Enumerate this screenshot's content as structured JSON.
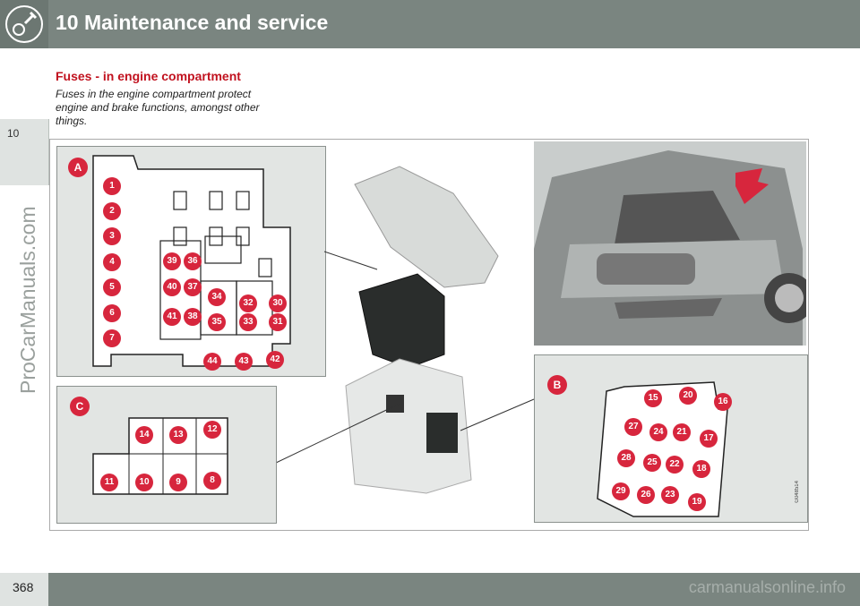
{
  "header": {
    "title": "10 Maintenance and service",
    "icon": "wrench-gear-icon"
  },
  "sidebar": {
    "chapter": "10",
    "watermark": "ProCarManuals.com"
  },
  "section": {
    "title": "Fuses - in engine compartment",
    "text": "Fuses in the engine compartment protect engine and brake functions, amongst other things."
  },
  "figure": {
    "code": "G048514",
    "panel_labels": [
      "A",
      "B",
      "C"
    ],
    "panel_a_fuses": [
      "1",
      "2",
      "3",
      "4",
      "5",
      "6",
      "7",
      "39",
      "36",
      "40",
      "37",
      "41",
      "38",
      "34",
      "32",
      "30",
      "35",
      "33",
      "31",
      "44",
      "43",
      "42"
    ],
    "panel_b_fuses": [
      "15",
      "20",
      "16",
      "27",
      "24",
      "21",
      "17",
      "28",
      "25",
      "22",
      "18",
      "29",
      "26",
      "23",
      "19"
    ],
    "panel_c_fuses": [
      "14",
      "13",
      "12",
      "11",
      "10",
      "9",
      "8"
    ]
  },
  "footer": {
    "page_number": "368",
    "watermark": "carmanualsonline.info"
  }
}
